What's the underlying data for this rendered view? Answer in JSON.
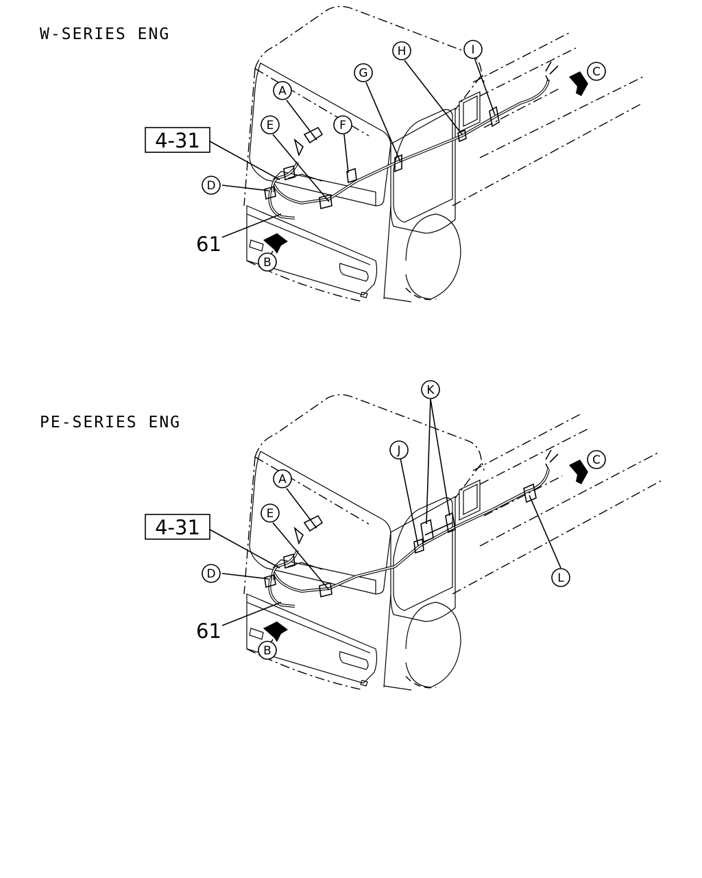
{
  "diagrams": [
    {
      "title": "W-SERIES ENG",
      "ref_box": "4-31",
      "part_number": "61",
      "callouts": [
        "A",
        "B",
        "C",
        "D",
        "E",
        "F",
        "G",
        "H",
        "I"
      ]
    },
    {
      "title": "PE-SERIES ENG",
      "ref_box": "4-31",
      "part_number": "61",
      "callouts": [
        "A",
        "B",
        "C",
        "D",
        "E",
        "J",
        "K",
        "L"
      ]
    }
  ]
}
